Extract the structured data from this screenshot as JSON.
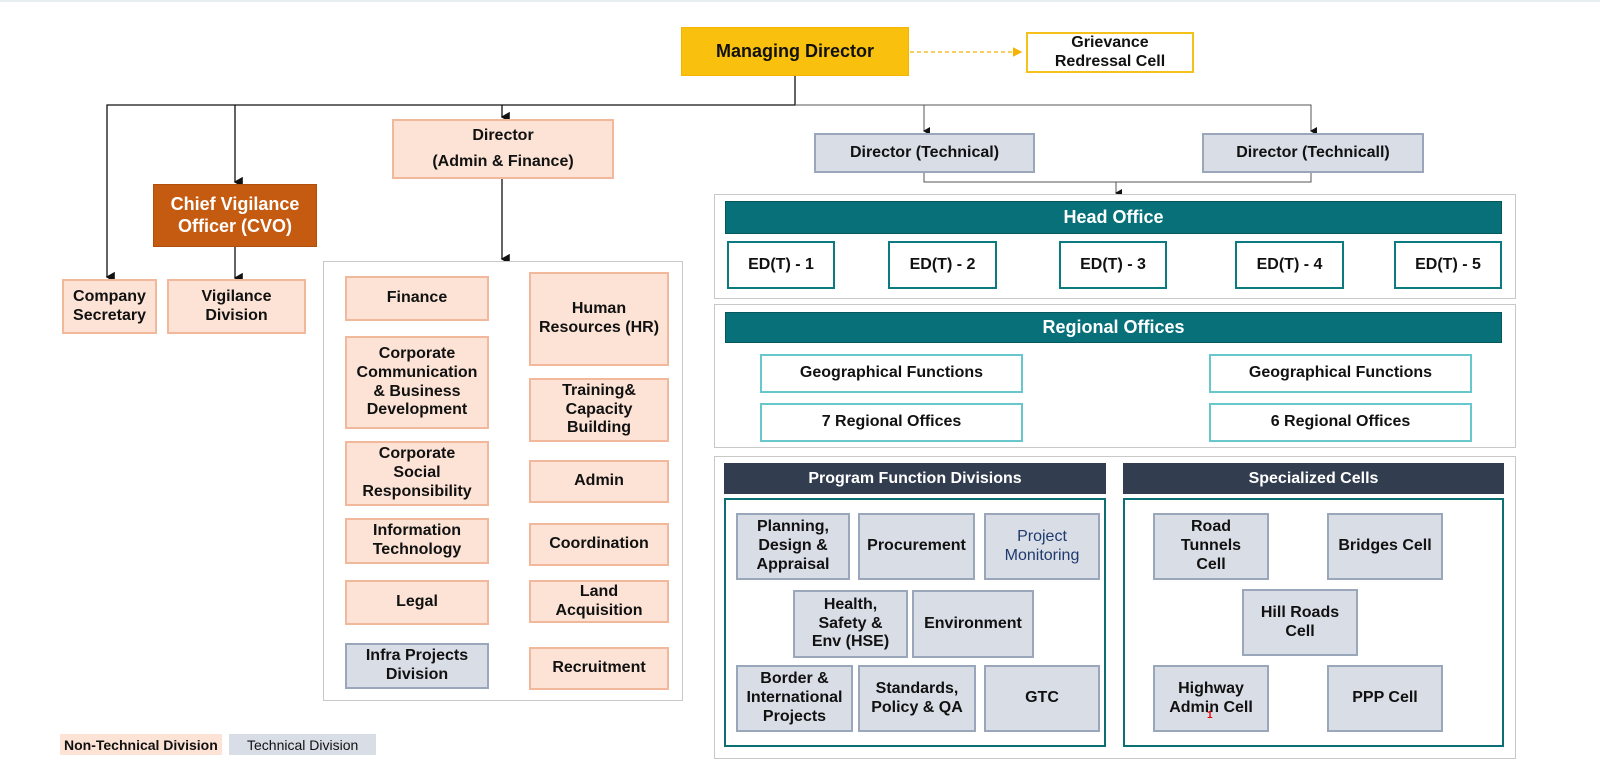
{
  "top": {
    "managing_director": "Managing Director",
    "grievance": "Grievance\nRedressal Cell"
  },
  "left": {
    "cvo": "Chief Vigilance\nOfficer (CVO)",
    "company_secretary": "Company\nSecretary",
    "vigilance_division": "Vigilance\nDivision",
    "director_af": "Director\n(Admin & Finance)"
  },
  "admin_divisions": {
    "finance": "Finance",
    "corp_comm": "Corporate\nCommunication\n& Business\nDevelopment",
    "csr": "Corporate\nSocial\nResponsibility",
    "it": "Information\nTechnology",
    "legal": "Legal",
    "infra": "Infra Projects\nDivision",
    "hr": "Human\nResources (HR)",
    "training": "Training&\nCapacity\nBuilding",
    "admin": "Admin",
    "coordination": "Coordination",
    "land": "Land\nAcquisition",
    "recruitment": "Recruitment"
  },
  "technical": {
    "director_t1": "Director (Technical)",
    "director_t2": "Director (Technicall)",
    "head_office": "Head Office",
    "ed": [
      "ED(T) - 1",
      "ED(T) - 2",
      "ED(T) - 3",
      "ED(T) - 4",
      "ED(T) - 5"
    ],
    "regional_offices": "Regional Offices",
    "geo_left": "Geographical Functions",
    "geo_right": "Geographical Functions",
    "ro_left": "7 Regional Offices",
    "ro_right": "6 Regional Offices"
  },
  "program": {
    "title": "Program Function Divisions",
    "planning": "Planning,\nDesign &\nAppraisal",
    "procurement": "Procurement",
    "monitoring": "Project\nMonitoring",
    "hse": "Health,\nSafety &\nEnv (HSE)",
    "environment": "Environment",
    "border": "Border &\nInternational\nProjects",
    "standards": "Standards,\nPolicy & QA",
    "gtc": "GTC"
  },
  "specialized": {
    "title": "Specialized Cells",
    "road_tunnels": "Road\nTunnels\nCell",
    "bridges": "Bridges Cell",
    "hill_roads": "Hill Roads\nCell",
    "highway_admin": "Highway\nAdmin Cell",
    "ppp": "PPP Cell",
    "marker": "1"
  },
  "legend": {
    "non_technical": "Non-Technical Division",
    "technical": "Technical Division"
  },
  "colors": {
    "non_technical_fill": "#fce3d6",
    "technical_fill": "#d9dde6",
    "teal": "#077078",
    "navy": "#323d4f",
    "managing_director": "#f9c10d",
    "cvo": "#c55a11"
  }
}
